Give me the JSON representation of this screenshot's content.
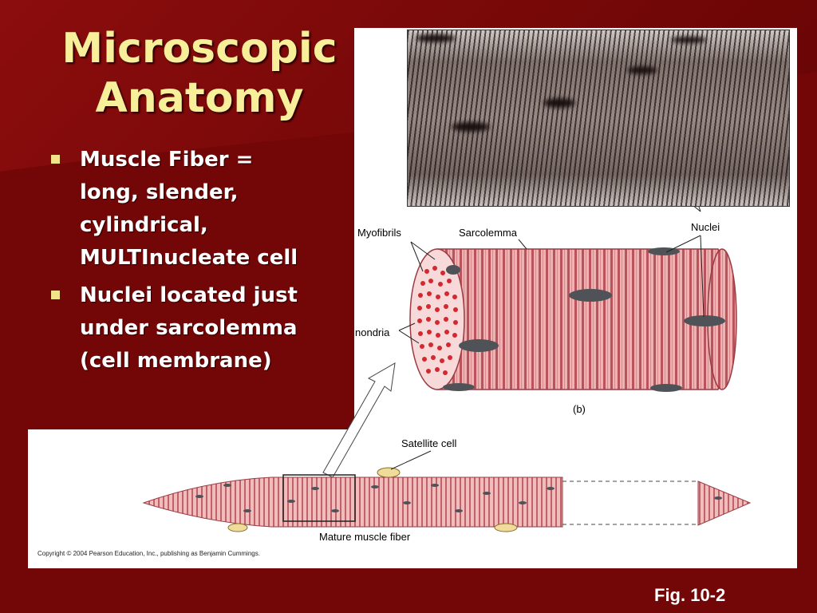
{
  "slide": {
    "title_line1": "Microscopic",
    "title_line2": "Anatomy",
    "bullets": [
      {
        "line1": "Muscle Fiber =",
        "line2": "long, slender,",
        "line3": "cylindrical,",
        "line4": "MULTInucleate cell"
      },
      {
        "line1": "Nuclei located just",
        "line2": "under sarcolemma",
        "line3": "(cell membrane)"
      }
    ],
    "fig_caption": "Fig. 10-2"
  },
  "figure": {
    "labels": {
      "myofibrils": "Myofibrils",
      "sarcolemma": "Sarcolemma",
      "nuclei": "Nuclei",
      "mitochondria": "nondria",
      "panel_b": "(b)",
      "satellite_cell": "Satellite cell",
      "mature_fiber": "Mature muscle fiber"
    },
    "copyright": "Copyright © 2004 Pearson Education, Inc., publishing as Benjamin Cummings."
  },
  "colors": {
    "background": "#7a0808",
    "title": "#f7ef9a",
    "bullet_marker": "#f2e38a",
    "fiber_pink": "#e9a3a6",
    "fiber_stripe": "#b0464e",
    "nucleus": "#4f5358"
  }
}
